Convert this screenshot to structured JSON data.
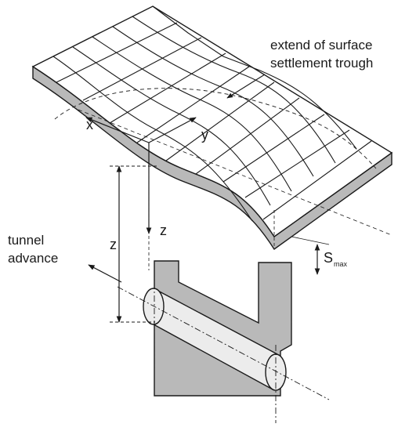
{
  "labels": {
    "extent_line1": "extend of surface",
    "extent_line2": "settlement trough",
    "x_axis": "x",
    "y_axis": "y",
    "z_axis": "z",
    "depth": "z",
    "tunnel_line1": "tunnel",
    "tunnel_line2": "advance",
    "smax_main": "S",
    "smax_sub": "max"
  },
  "colors": {
    "ink": "#1a1a1a",
    "section_fill": "#b9b9b9",
    "surface_fill": "#ffffff",
    "tunnel_fill": "#ececec"
  }
}
